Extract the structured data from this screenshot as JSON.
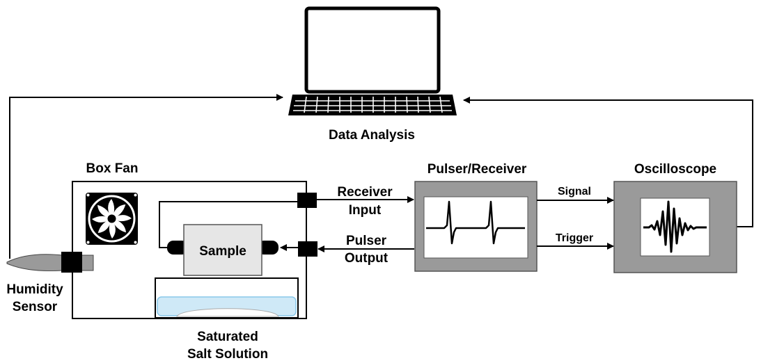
{
  "labels": {
    "data_analysis": "Data Analysis",
    "box_fan": "Box Fan",
    "pulser_receiver": "Pulser/Receiver",
    "oscilloscope": "Oscilloscope",
    "receiver_input_line1": "Receiver",
    "receiver_input_line2": "Input",
    "pulser_output_line1": "Pulser",
    "pulser_output_line2": "Output",
    "signal": "Signal",
    "trigger": "Trigger",
    "sample": "Sample",
    "humidity_sensor_line1": "Humidity",
    "humidity_sensor_line2": "Sensor",
    "salt_solution_line1": "Saturated",
    "salt_solution_line2": "Salt Solution"
  },
  "icons": {
    "laptop": "laptop-icon",
    "fan": "fan-icon",
    "pulse_waveform": "pulse-waveform-icon",
    "wave_packet": "wave-packet-icon"
  },
  "colors": {
    "instrument_body": "#9a9a9a",
    "sample": "#e6e6e6",
    "solution": "#cfe9f7",
    "solution_edge": "#88c8ea",
    "sensor": "#9a9a9a"
  }
}
